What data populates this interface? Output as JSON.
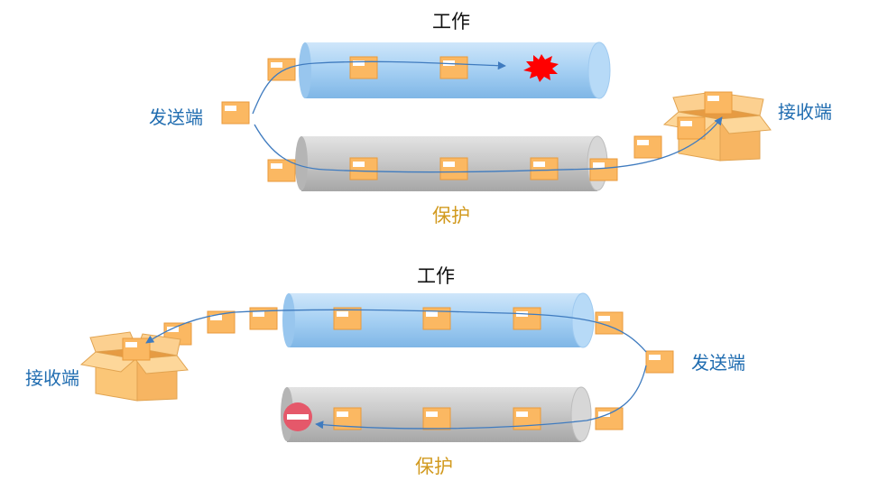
{
  "top": {
    "work_label": "工作",
    "protect_label": "保护",
    "sender_label": "发送端",
    "receiver_label": "接收端",
    "work_state": "fault",
    "protect_state": "active"
  },
  "bottom": {
    "work_label": "工作",
    "protect_label": "保护",
    "sender_label": "发送端",
    "receiver_label": "接收端",
    "work_state": "active",
    "protect_state": "blocked"
  },
  "colors": {
    "work_pipe": "#a9d2f4",
    "protect_pipe": "#c9c9c9",
    "packet": "#fbb862",
    "packet_border": "#e89a3c",
    "flow_arrow": "#3f7bbf",
    "fault": "#ff0000",
    "blocked": "#e5586a",
    "endpoint_text": "#1f6cb0",
    "protect_text": "#d29a1f"
  },
  "icons": [
    "packet-icon",
    "fault-burst-icon",
    "no-entry-icon",
    "receiver-box-icon"
  ]
}
